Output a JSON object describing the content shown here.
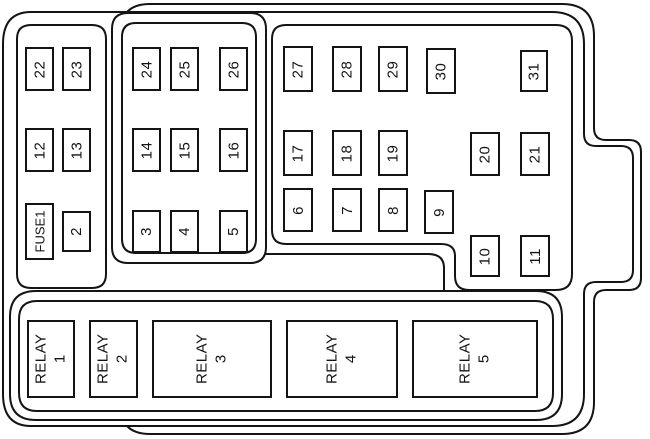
{
  "diagram": {
    "kind": "fuse-box-diagram",
    "colors": {
      "line": "#141414",
      "background": "#ffffff"
    },
    "fuse1_label": "FUSE1",
    "fuses": {
      "2": "2",
      "3": "3",
      "4": "4",
      "5": "5",
      "6": "6",
      "7": "7",
      "8": "8",
      "9": "9",
      "10": "10",
      "11": "11",
      "12": "12",
      "13": "13",
      "14": "14",
      "15": "15",
      "16": "16",
      "17": "17",
      "18": "18",
      "19": "19",
      "20": "20",
      "21": "21",
      "22": "22",
      "23": "23",
      "24": "24",
      "25": "25",
      "26": "26",
      "27": "27",
      "28": "28",
      "29": "29",
      "30": "30",
      "31": "31"
    },
    "relays": [
      {
        "word": "RELAY",
        "num": "1"
      },
      {
        "word": "RELAY",
        "num": "2"
      },
      {
        "word": "RELAY",
        "num": "3"
      },
      {
        "word": "RELAY",
        "num": "4"
      },
      {
        "word": "RELAY",
        "num": "5"
      }
    ]
  }
}
